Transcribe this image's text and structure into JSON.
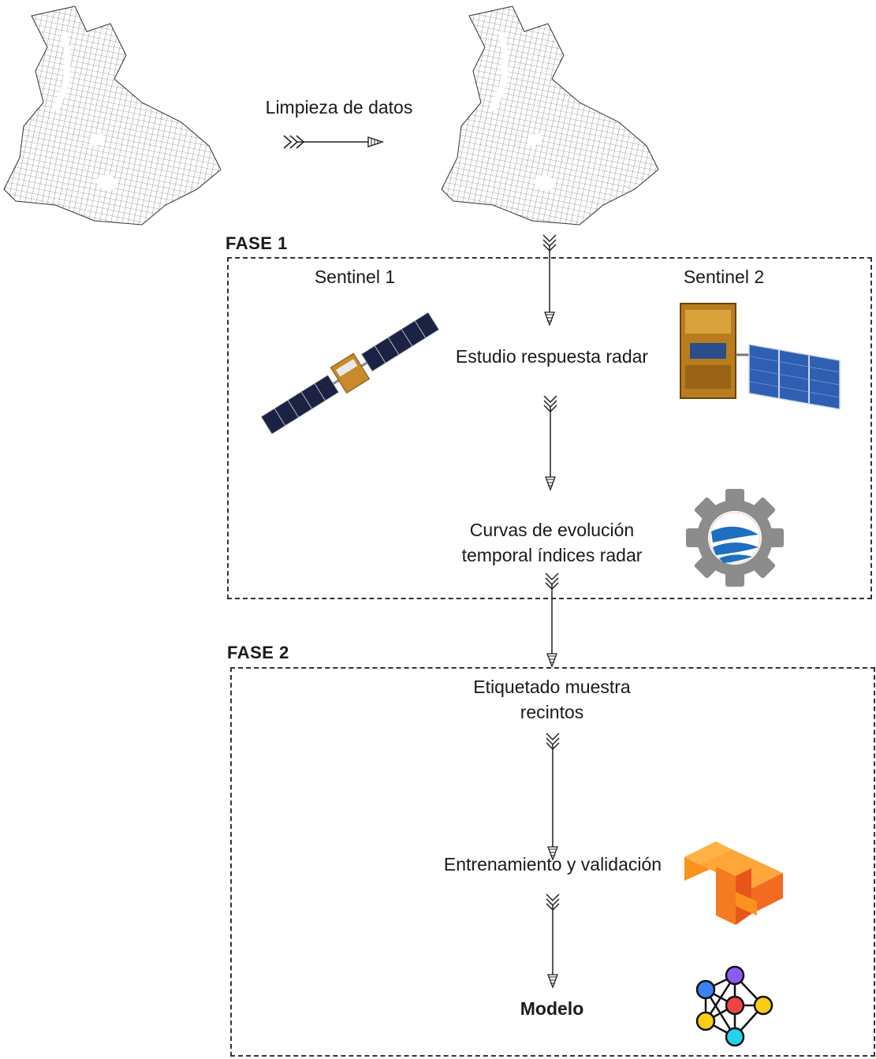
{
  "top": {
    "cleaning_label": "Limpieza de datos"
  },
  "phase1": {
    "title": "FASE 1",
    "sentinel1_label": "Sentinel 1",
    "sentinel2_label": "Sentinel 2",
    "radar_study_label": "Estudio respuesta radar",
    "curves_line1": "Curvas de evolución",
    "curves_line2": "temporal índices radar"
  },
  "phase2": {
    "title": "FASE 2",
    "labeling_line1": "Etiquetado muestra",
    "labeling_line2": "recintos",
    "training_label": "Entrenamiento y validación",
    "model_label": "Modelo"
  },
  "icons": {
    "map_before": "city-map-icon",
    "map_after": "city-map-icon",
    "sentinel1": "satellite-icon",
    "sentinel2": "satellite-icon",
    "earth_engine": "earth-engine-gear-icon",
    "tensorflow": "tensorflow-icon",
    "network": "neural-network-icon"
  },
  "colors": {
    "tensorflow_orange": "#F7931E",
    "engine_blue": "#1E6FBF",
    "engine_gray": "#8C8C8C",
    "net_blue": "#3B82F6",
    "net_purple": "#8B5CF6",
    "net_red": "#EF4444",
    "net_yellow": "#FACC15",
    "net_cyan": "#22D3EE"
  }
}
